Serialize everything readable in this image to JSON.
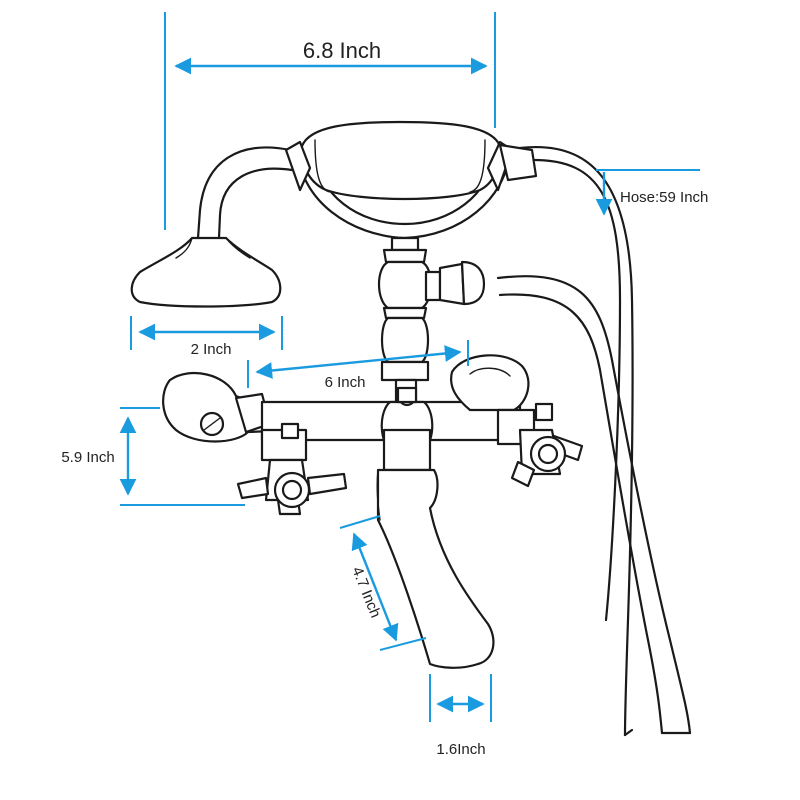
{
  "colors": {
    "dimension": "#1a9be0",
    "outline": "#1a1a1a",
    "label": "#222222"
  },
  "labels": {
    "width_total": "6.8 Inch",
    "hose": "Hose:59 Inch",
    "head_width": "2 Inch",
    "spread": "6 Inch",
    "height": "5.9 Inch",
    "spout_length": "4.7 Inch",
    "spout_width": "1.6Inch"
  }
}
